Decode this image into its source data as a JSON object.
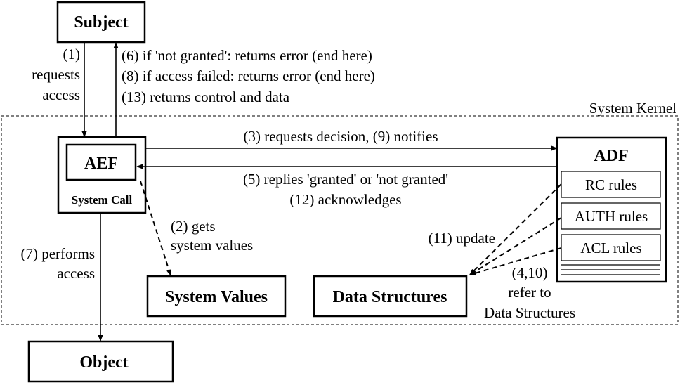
{
  "nodes": {
    "subject": "Subject",
    "aef": "AEF",
    "system_call": "System Call",
    "adf": "ADF",
    "rc_rules": "RC rules",
    "auth_rules": "AUTH rules",
    "acl_rules": "ACL rules",
    "system_values": "System Values",
    "data_structures": "Data Structures",
    "object": "Object",
    "system_kernel": "System Kernel"
  },
  "labels": {
    "step1": [
      "(1)",
      "requests",
      "access"
    ],
    "return_lines": [
      "(6) if 'not granted': returns error (end here)",
      "(8) if access failed: returns error (end here)",
      "(13) returns control and data"
    ],
    "step3_9": "(3) requests decision, (9) notifies",
    "step5_12": [
      "(5) replies 'granted' or 'not granted'",
      "(12) acknowledges"
    ],
    "step2": [
      "(2) gets",
      "system values"
    ],
    "step7": [
      "(7) performs",
      "access"
    ],
    "step11": "(11) update",
    "step4_10": [
      "(4,10)",
      "refer to",
      "Data Structures"
    ]
  }
}
